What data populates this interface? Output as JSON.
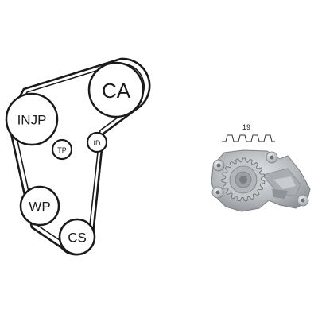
{
  "belt_diagram": {
    "pulleys": {
      "ca": "CA",
      "injp": "INJP",
      "tp": "TP",
      "id": "ID",
      "wp": "WP",
      "cs": "CS"
    }
  },
  "pump": {
    "tooth_count_label": "19"
  },
  "colors": {
    "belt": "#1a1a1a",
    "pump_metal": "#b9bcbf",
    "background": "#ffffff"
  }
}
